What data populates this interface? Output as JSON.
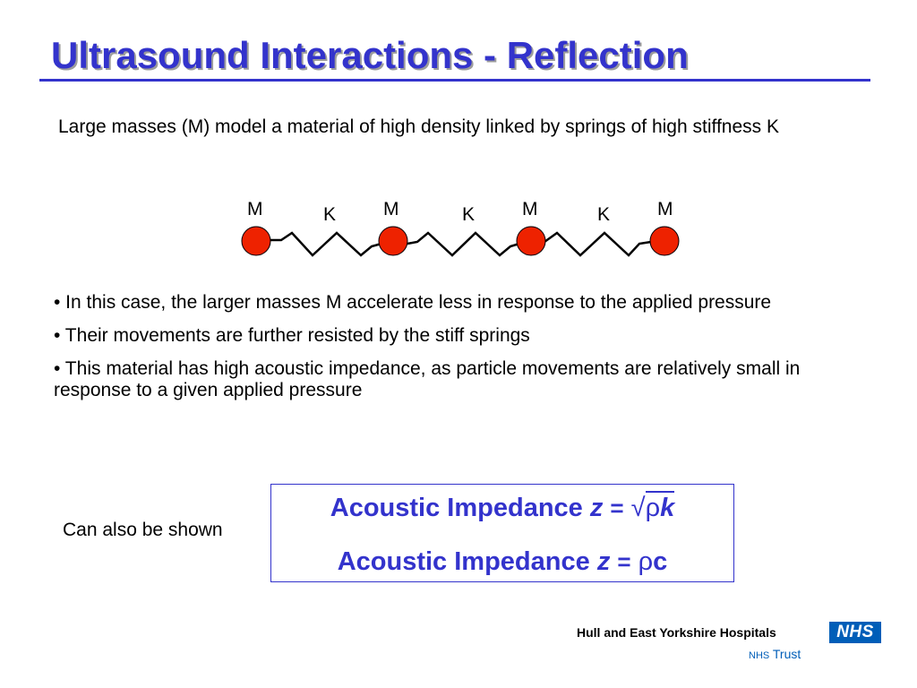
{
  "slide": {
    "title": "Ultrasound Interactions - Reflection",
    "intro": "Large masses (M) model a material of high density linked by springs of high stiffness K",
    "diagram": {
      "mass_labels": [
        "M",
        "M",
        "M",
        "M"
      ],
      "spring_labels": [
        "K",
        "K",
        "K"
      ],
      "mass_color": "#ee2200"
    },
    "bullets": [
      "• In this case, the larger masses M accelerate less in response to the applied pressure",
      "• Their movements are further resisted by the stiff springs",
      "• This material has high acoustic impedance, as particle movements are relatively small in response to a given applied pressure"
    ],
    "aside": "Can also be shown",
    "formula": {
      "line1": {
        "label": "Acoustic Impedance",
        "var": "z",
        "eq": "=",
        "sqrt": "√",
        "rho": "ρ",
        "k": "k"
      },
      "line2": {
        "label": "Acoustic Impedance",
        "var": "z",
        "eq": "=",
        "rho": "ρ",
        "c": "c"
      }
    },
    "accent_color": "#3333cc"
  },
  "footer": {
    "hospital": "Hull and East Yorkshire Hospitals",
    "logo": "NHS",
    "trust_prefix": "NHS",
    "trust": "Trust",
    "logo_color": "#005eb8"
  }
}
